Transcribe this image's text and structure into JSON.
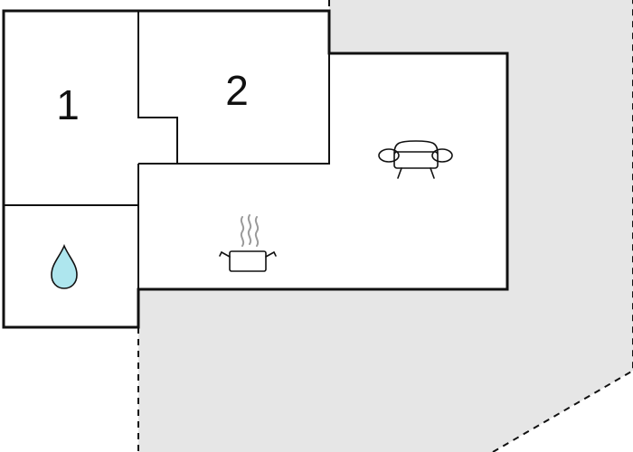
{
  "floorplan": {
    "rooms": [
      {
        "id": "bedroom-1",
        "label": "1"
      },
      {
        "id": "bedroom-2",
        "label": "2"
      }
    ],
    "icons": {
      "bathroom": "water-drop-icon",
      "kitchen": "cooking-pot-icon",
      "living": "sofa-icon"
    },
    "colors": {
      "outside_area": "#e6e6e6",
      "walls": "#111111",
      "water": "#aee6ee"
    }
  }
}
